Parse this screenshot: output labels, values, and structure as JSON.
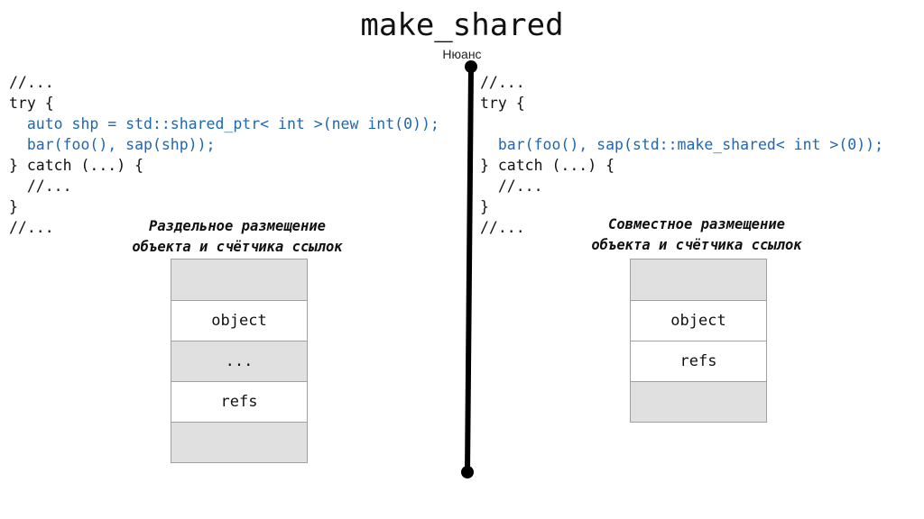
{
  "title": "make_shared",
  "subtitle": "Нюанс",
  "left": {
    "code_lines": [
      {
        "text": "//...",
        "highlight": false
      },
      {
        "text": "try {",
        "highlight": false
      },
      {
        "text": "  auto shp = std::shared_ptr< int >(new int(0));",
        "highlight": true
      },
      {
        "text": "  bar(foo(), sap(shp));",
        "highlight": true
      },
      {
        "text": "} catch (...) {",
        "highlight": false
      },
      {
        "text": "  //...",
        "highlight": false
      },
      {
        "text": "}",
        "highlight": false
      },
      {
        "text": "//...",
        "highlight": false
      }
    ],
    "caption_line1": "Раздельное размещение",
    "caption_line2": "объекта и счётчика ссылок",
    "memory_cells": [
      {
        "label": "",
        "shaded": true
      },
      {
        "label": "object",
        "shaded": false
      },
      {
        "label": "...",
        "shaded": true
      },
      {
        "label": "refs",
        "shaded": false
      },
      {
        "label": "",
        "shaded": true
      }
    ]
  },
  "right": {
    "code_lines": [
      {
        "text": "//...",
        "highlight": false
      },
      {
        "text": "try {",
        "highlight": false
      },
      {
        "text": "",
        "highlight": false
      },
      {
        "text": "  bar(foo(), sap(std::make_shared< int >(0));",
        "highlight": true
      },
      {
        "text": "} catch (...) {",
        "highlight": false
      },
      {
        "text": "  //...",
        "highlight": false
      },
      {
        "text": "}",
        "highlight": false
      },
      {
        "text": "//...",
        "highlight": false
      }
    ],
    "caption_line1": "Совместное размещение",
    "caption_line2": "объекта и счётчика ссылок",
    "memory_cells": [
      {
        "label": "",
        "shaded": true
      },
      {
        "label": "object",
        "shaded": false
      },
      {
        "label": "refs",
        "shaded": false
      },
      {
        "label": "",
        "shaded": true
      }
    ]
  },
  "colors": {
    "highlight_code": "#1e67b3",
    "shaded_cell": "#e0e0e0",
    "divider": "#000000"
  }
}
